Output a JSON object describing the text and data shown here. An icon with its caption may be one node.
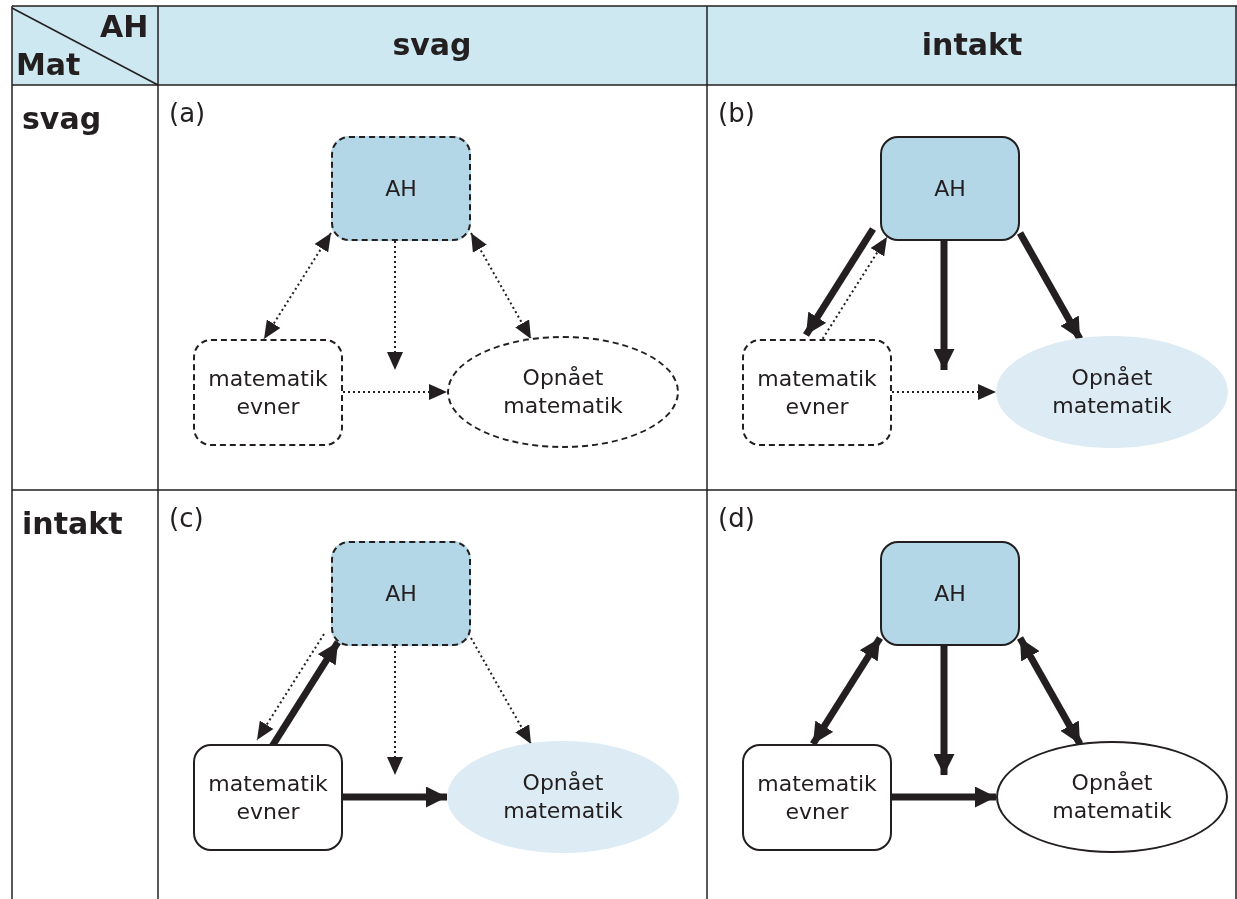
{
  "diagram": {
    "nodes": [
      {
        "text": [
          "(a)"
        ]
      },
      {
        "text": [
          "AH"
        ],
        "in": 0
      },
      {
        "text": [
          "matematik evner"
        ],
        "in": 0
      },
      {
        "text": [
          "Opnået matematik"
        ],
        "in": 0
      },
      {
        "text": [
          "(b)"
        ]
      },
      {
        "text": [
          "AH"
        ],
        "in": 4
      },
      {
        "text": [
          "matematik evner"
        ],
        "in": 4
      },
      {
        "text": [
          "Opnået matematik"
        ],
        "in": 4
      },
      {
        "text": [
          "(c)"
        ]
      },
      {
        "text": [
          "AH"
        ],
        "in": 8
      },
      {
        "text": [
          "matematik evner"
        ],
        "in": 8
      },
      {
        "text": [
          "Opnået matematik"
        ],
        "in": 8
      },
      {
        "text": [
          "(d)"
        ]
      },
      {
        "text": [
          "AH"
        ],
        "in": 12
      },
      {
        "text": [
          "matematik evner"
        ],
        "in": 12
      },
      {
        "text": [
          "Opnået matematik"
        ],
        "in": 12
      }
    ],
    "edges": [
      {
        "from": 1,
        "to": 2,
        "arrow": "both",
        "style": "dashed"
      },
      {
        "from": 1,
        "to": 3,
        "arrow": "both",
        "style": "dashed"
      },
      {
        "from": 1,
        "to": null,
        "arrow": "to",
        "style": "dashed"
      },
      {
        "from": 2,
        "to": 3,
        "arrow": "to",
        "style": "dashed"
      },
      {
        "from": 5,
        "to": 6,
        "arrow": "to",
        "style": "thick"
      },
      {
        "from": 6,
        "to": 5,
        "arrow": "to",
        "style": "dashed"
      },
      {
        "from": 5,
        "to": null,
        "arrow": "to",
        "style": "thick"
      },
      {
        "from": 5,
        "to": 7,
        "arrow": "to",
        "style": "thick"
      },
      {
        "from": 6,
        "to": 7,
        "arrow": "to",
        "style": "dashed"
      },
      {
        "from": 9,
        "to": 10,
        "arrow": "to",
        "style": "dashed"
      },
      {
        "from": 10,
        "to": 9,
        "arrow": "to",
        "style": "thick"
      },
      {
        "from": 9,
        "to": null,
        "arrow": "to",
        "style": "dashed"
      },
      {
        "from": 9,
        "to": 11,
        "arrow": "to",
        "style": "dashed"
      },
      {
        "from": 10,
        "to": 11,
        "arrow": "to",
        "style": "thick"
      },
      {
        "from": 13,
        "to": 14,
        "arrow": "both",
        "style": "thick"
      },
      {
        "from": 13,
        "to": null,
        "arrow": "to",
        "style": "thick"
      },
      {
        "from": 13,
        "to": 15,
        "arrow": "both",
        "style": "thick"
      },
      {
        "from": 14,
        "to": 15,
        "arrow": "to",
        "style": "thick"
      }
    ],
    "labels": [
      "AH",
      "Mat",
      "svag",
      "intakt",
      "svag",
      "intakt"
    ]
  }
}
